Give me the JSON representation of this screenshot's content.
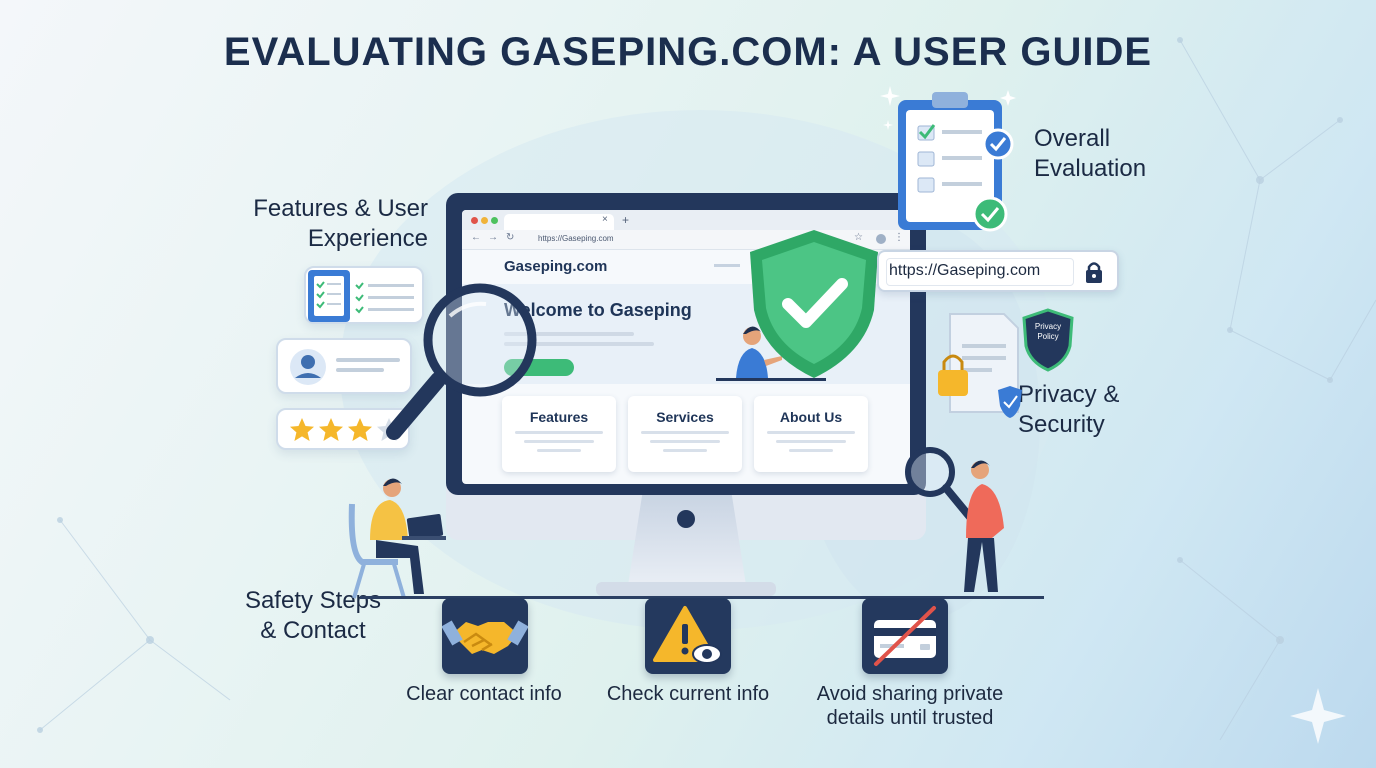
{
  "title": "EVALUATING GASEPING.COM: A USER GUIDE",
  "labels": {
    "features": "Features & User\nExperience",
    "overall": "Overall\nEvaluation",
    "privacy": "Privacy &\nSecurity",
    "safety": "Safety Steps\n& Contact"
  },
  "browser": {
    "address": "https://Gaseping.com",
    "site_name": "Gaseping.com",
    "welcome": "Welcome to Gaseping",
    "cards": [
      "Features",
      "Services",
      "About Us"
    ]
  },
  "url_bar": "https://Gaseping.com",
  "privacy_badge": "Privacy\nPolicy",
  "safety_steps": [
    {
      "icon": "handshake-icon",
      "caption": "Clear contact info"
    },
    {
      "icon": "warning-eye-icon",
      "caption": "Check current info"
    },
    {
      "icon": "no-card-icon",
      "caption": "Avoid sharing private\ndetails until trusted"
    }
  ],
  "colors": {
    "title": "#1b2e4e",
    "shield": "#3dbb78",
    "monitor": "#23375c",
    "star": "#f5b72b"
  },
  "rating_stars": 3
}
